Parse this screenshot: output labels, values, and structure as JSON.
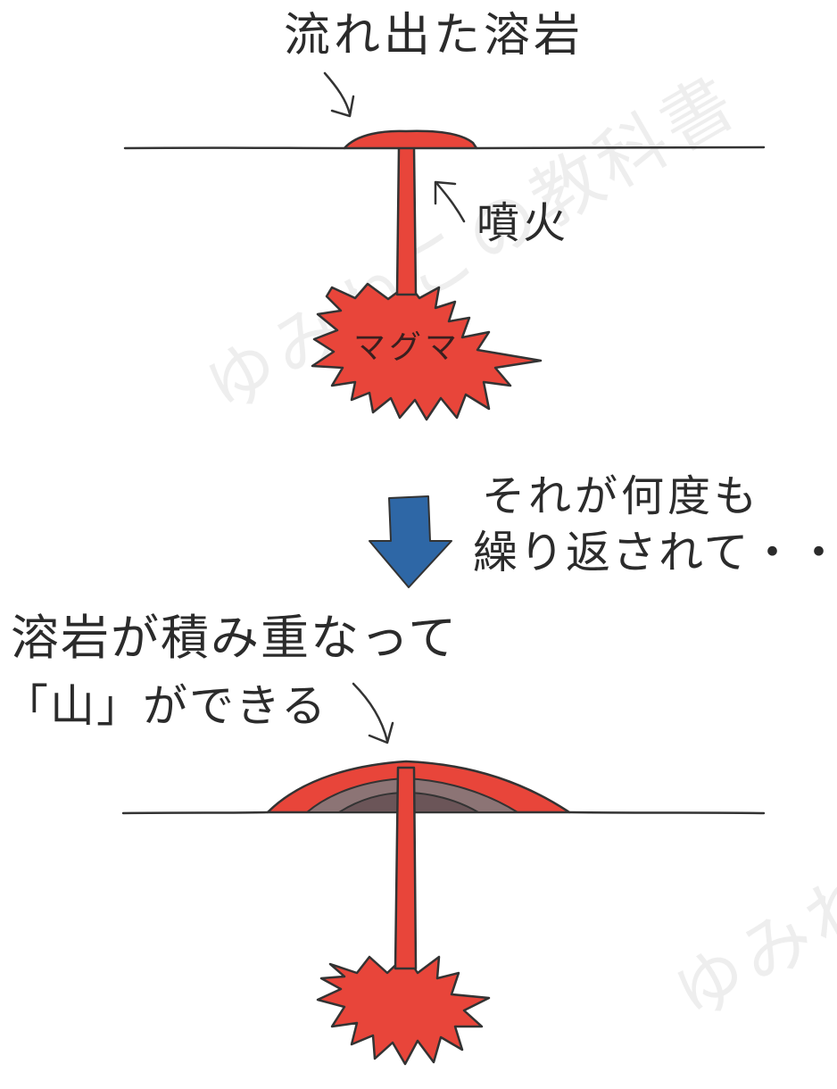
{
  "top_diagram": {
    "lava_label": "流れ出た溶岩",
    "eruption_label": "噴火",
    "magma_label": "マグマ"
  },
  "transition": {
    "line1": "それが何度も",
    "line2": "繰り返されて・・"
  },
  "bottom_diagram": {
    "line1": "溶岩が積み重なって",
    "line2": "「山」ができる"
  },
  "watermark": {
    "text1": "ゆみねこの教科書",
    "text2": "ゆみね"
  },
  "colors": {
    "lava": "#e8453a",
    "layer_dark": "#6b5558",
    "layer_mid": "#8c7475",
    "arrow_blue": "#2e67a6",
    "line": "#333333"
  }
}
